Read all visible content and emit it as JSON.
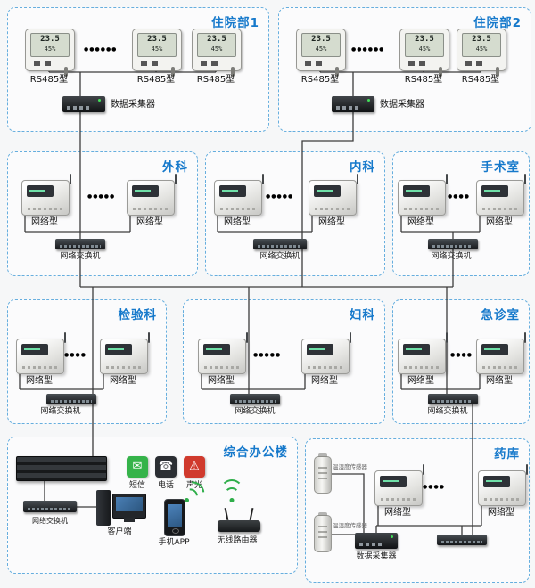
{
  "bg": "#f6f7f8",
  "accent": "#1679cb",
  "dots": "●●●●●",
  "dots_sm": "●●●●",
  "dots_lg": "●●●●●●",
  "screen": {
    "temp": "23.5",
    "rh": "45%"
  },
  "labels": {
    "rs485": "RS485型",
    "net": "网络型",
    "collector": "数据采集器",
    "switch": "网络交换机",
    "sensor": "温湿度传感器",
    "client": "客户端",
    "sms": "短信",
    "tel": "电话",
    "alarm": "声光",
    "app": "手机APP",
    "router": "无线路由器"
  },
  "icons": {
    "sms": "✉",
    "tel": "☎",
    "alarm": "⚠"
  },
  "groups": {
    "inpatient1": "住院部1",
    "inpatient2": "住院部2",
    "surgery": "外科",
    "internal": "内科",
    "operating": "手术室",
    "lab": "检验科",
    "gyn": "妇科",
    "er": "急诊室",
    "office": "综合办公楼",
    "pharmacy": "药库"
  }
}
